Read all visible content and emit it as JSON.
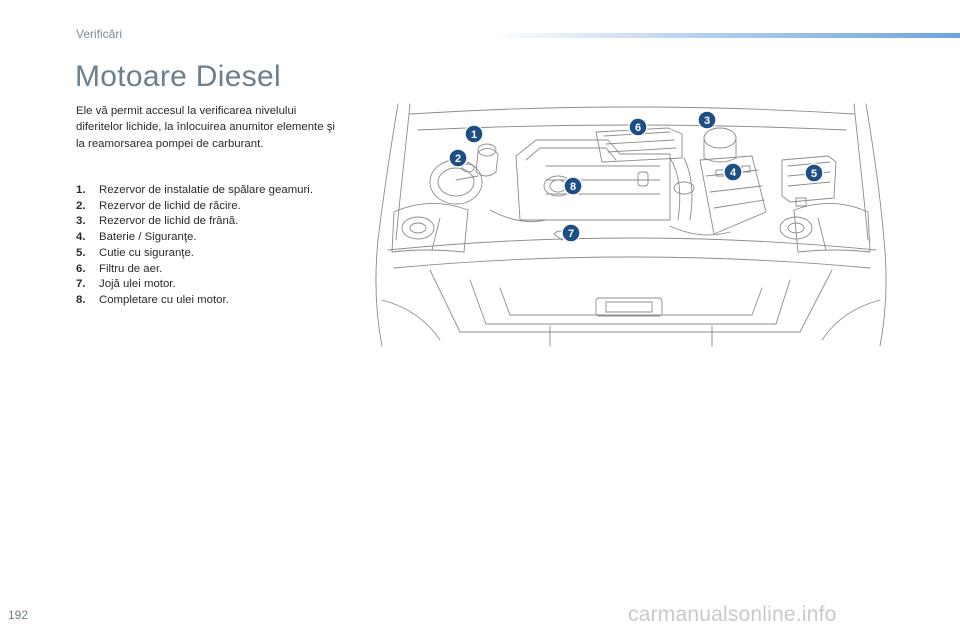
{
  "header": {
    "section": "Verificări"
  },
  "page": {
    "title": "Motoare Diesel",
    "intro": "Ele vă permit accesul la verificarea nivelului diferitelor lichide, la înlocuirea anumitor elemente şi la reamorsarea pompei de carburant.",
    "page_number": "192",
    "watermark": "carmanualsonline.info"
  },
  "legend": [
    {
      "num": "1.",
      "text": "Rezervor de instalatie de spălare geamuri."
    },
    {
      "num": "2.",
      "text": "Rezervor de lichid de răcire."
    },
    {
      "num": "3.",
      "text": "Rezervor de lichid de frână."
    },
    {
      "num": "4.",
      "text": "Baterie / Siguranţe."
    },
    {
      "num": "5.",
      "text": "Cutie cu siguranţe."
    },
    {
      "num": "6.",
      "text": "Filtru de aer."
    },
    {
      "num": "7.",
      "text": "Jojă ulei motor."
    },
    {
      "num": "8.",
      "text": "Completare cu ulei motor."
    }
  ],
  "diagram": {
    "badges": [
      "1",
      "2",
      "3",
      "4",
      "5",
      "6",
      "7",
      "8"
    ],
    "colors": {
      "badge": "#1d4f86",
      "line": "#8c8c8c",
      "accent": "#6fa2dc"
    }
  }
}
